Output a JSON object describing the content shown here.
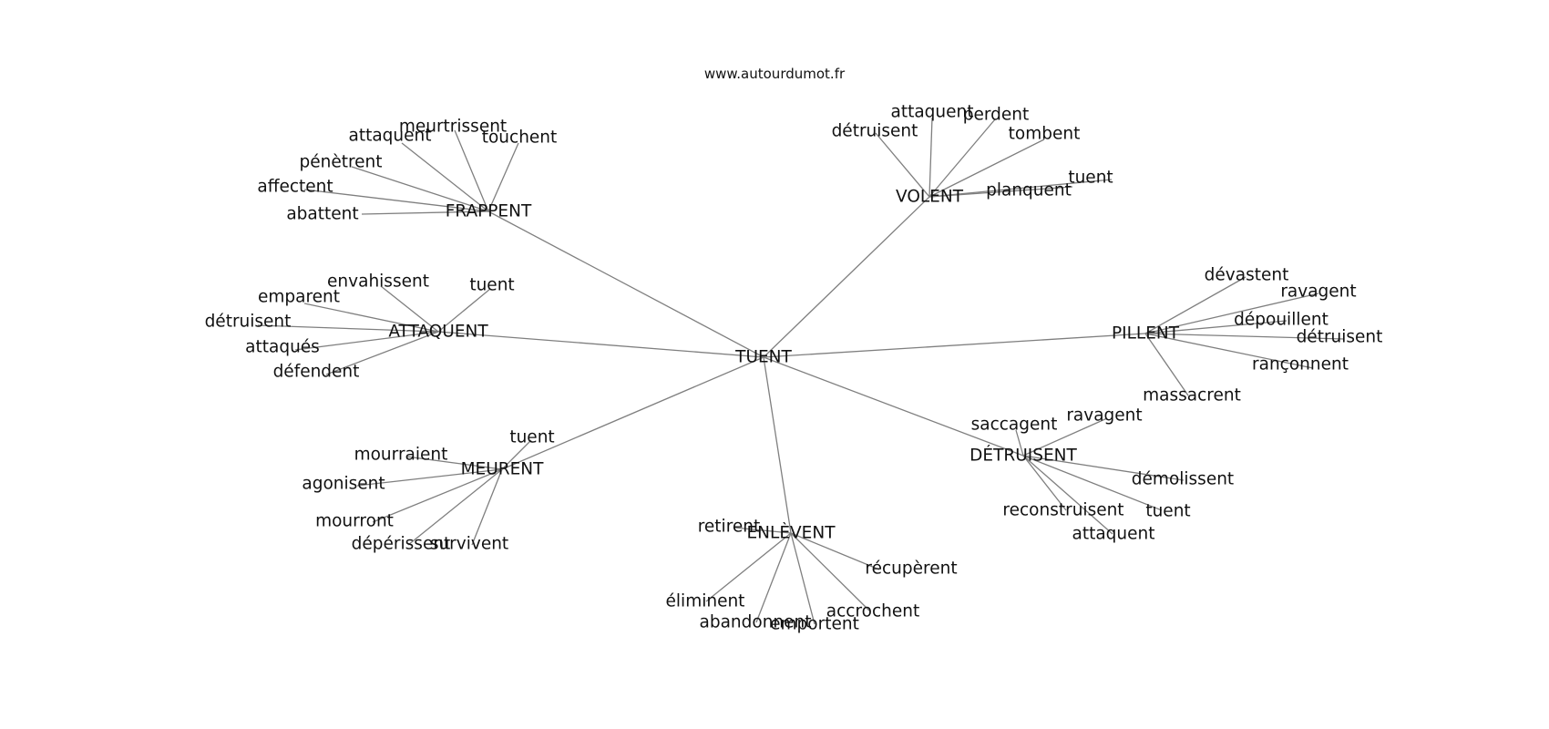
{
  "header": {
    "site": "www.autourdumot.fr"
  },
  "graph": {
    "center": "TUENT",
    "branches": [
      {
        "label": "FRAPPENT",
        "leaves": [
          "meurtrissent",
          "attaquent",
          "touchent",
          "pénètrent",
          "affectent",
          "abattent"
        ]
      },
      {
        "label": "VOLENT",
        "leaves": [
          "attaquent",
          "perdent",
          "détruisent",
          "tombent",
          "tuent",
          "planquent"
        ]
      },
      {
        "label": "ATTAQUENT",
        "leaves": [
          "envahissent",
          "tuent",
          "emparent",
          "détruisent",
          "attaqués",
          "défendent"
        ]
      },
      {
        "label": "PILLENT",
        "leaves": [
          "dévastent",
          "ravagent",
          "dépouillent",
          "détruisent",
          "rançonnent",
          "massacrent"
        ]
      },
      {
        "label": "MEURENT",
        "leaves": [
          "tuent",
          "mourraient",
          "agonisent",
          "mourront",
          "dépérissent",
          "survivent"
        ]
      },
      {
        "label": "DÉTRUISENT",
        "leaves": [
          "saccagent",
          "ravagent",
          "démolissent",
          "reconstruisent",
          "tuent",
          "attaquent"
        ]
      },
      {
        "label": "ENLÈVENT",
        "leaves": [
          "retirent",
          "récupèrent",
          "éliminent",
          "accrochent",
          "abandonnent",
          "emportent"
        ]
      }
    ]
  }
}
